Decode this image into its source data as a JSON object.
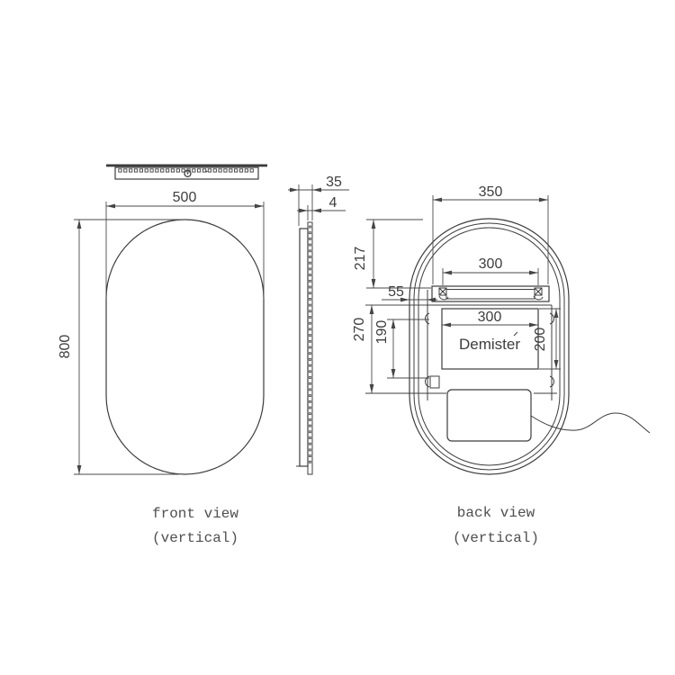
{
  "colors": {
    "background": "#ffffff",
    "line": "#3c3c3c",
    "dimension_line": "#4a4a4a",
    "dimension_text": "#3d3d3d",
    "caption_text": "#4f4f4f"
  },
  "front_view": {
    "caption_line1": "front view",
    "caption_line2": "(vertical)",
    "width_mm": "500",
    "height_mm": "800"
  },
  "side_view": {
    "depth_mm": "35",
    "glass_thickness_mm": "4"
  },
  "back_view": {
    "caption_line1": "back view",
    "caption_line2": "(vertical)",
    "hanger_bar_width_mm": "350",
    "top_to_hanger_mm": "217",
    "edge_to_recess_mm": "55",
    "recess_height_mm": "270",
    "clip_spacing_mm": "190",
    "hanger_span_mm": "300",
    "demister_width_mm": "300",
    "demister_height_mm": "200",
    "demister_label": "Demister"
  }
}
